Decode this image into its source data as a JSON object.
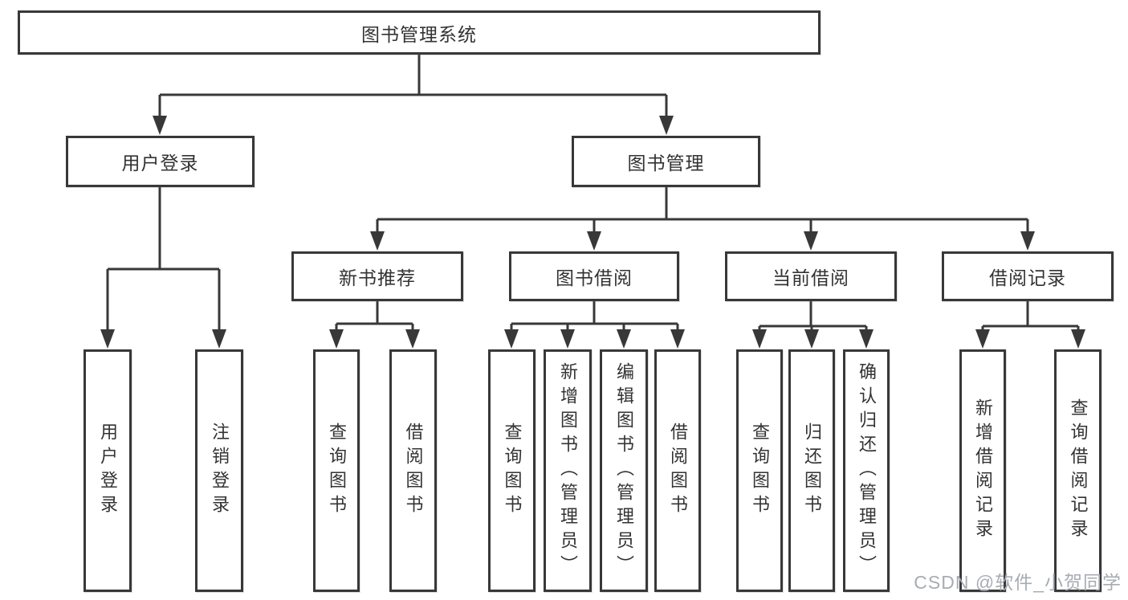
{
  "diagram": {
    "tree": {
      "label": "图书管理系统",
      "children": [
        {
          "label": "用户登录",
          "children": [
            {
              "label": "用户登录"
            },
            {
              "label": "注销登录"
            }
          ]
        },
        {
          "label": "图书管理",
          "children": [
            {
              "label": "新书推荐",
              "children": [
                {
                  "label": "查询图书"
                },
                {
                  "label": "借阅图书"
                }
              ]
            },
            {
              "label": "图书借阅",
              "children": [
                {
                  "label": "查询图书"
                },
                {
                  "label": "新增图书（管理员）"
                },
                {
                  "label": "编辑图书（管理员）"
                },
                {
                  "label": "借阅图书"
                }
              ]
            },
            {
              "label": "当前借阅",
              "children": [
                {
                  "label": "查询图书"
                },
                {
                  "label": "归还图书"
                },
                {
                  "label": "确认归还（管理员）"
                }
              ]
            },
            {
              "label": "借阅记录",
              "children": [
                {
                  "label": "新增借阅记录"
                },
                {
                  "label": "查询借阅记录"
                }
              ]
            }
          ]
        }
      ]
    },
    "colors": {
      "line": "#383838",
      "text": "#333333",
      "watermark": "#a7acb4",
      "background": "#ffffff"
    }
  },
  "watermark": {
    "text": "CSDN @软件_小贺同学"
  }
}
